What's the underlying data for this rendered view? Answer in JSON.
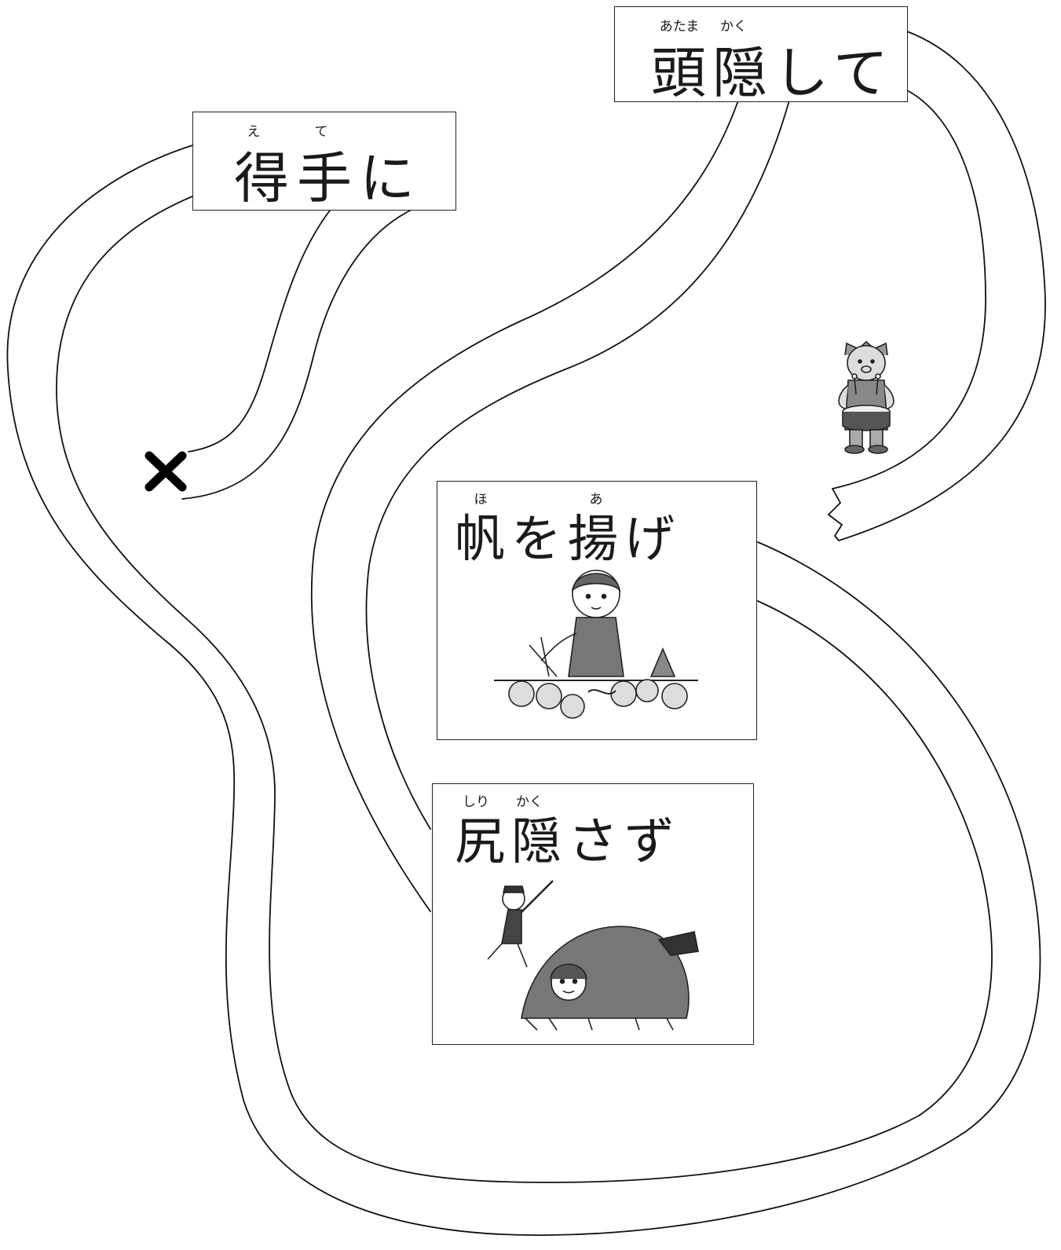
{
  "cards": {
    "ete": {
      "text": "得手に",
      "ruby": [
        "え",
        "て"
      ]
    },
    "atama": {
      "text": "頭隠して",
      "ruby": [
        "あたま",
        "かく"
      ]
    },
    "ho": {
      "text": "帆を揚げ",
      "ruby": [
        "ほ",
        "あ"
      ]
    },
    "shiri": {
      "text": "尻隠さず",
      "ruby": [
        "しり",
        "かく"
      ]
    }
  },
  "icons": {
    "end_mark": "x-mark-icon",
    "drummer": "drummer-bear-icon"
  },
  "colors": {
    "line": "#111111",
    "background": "#ffffff"
  }
}
